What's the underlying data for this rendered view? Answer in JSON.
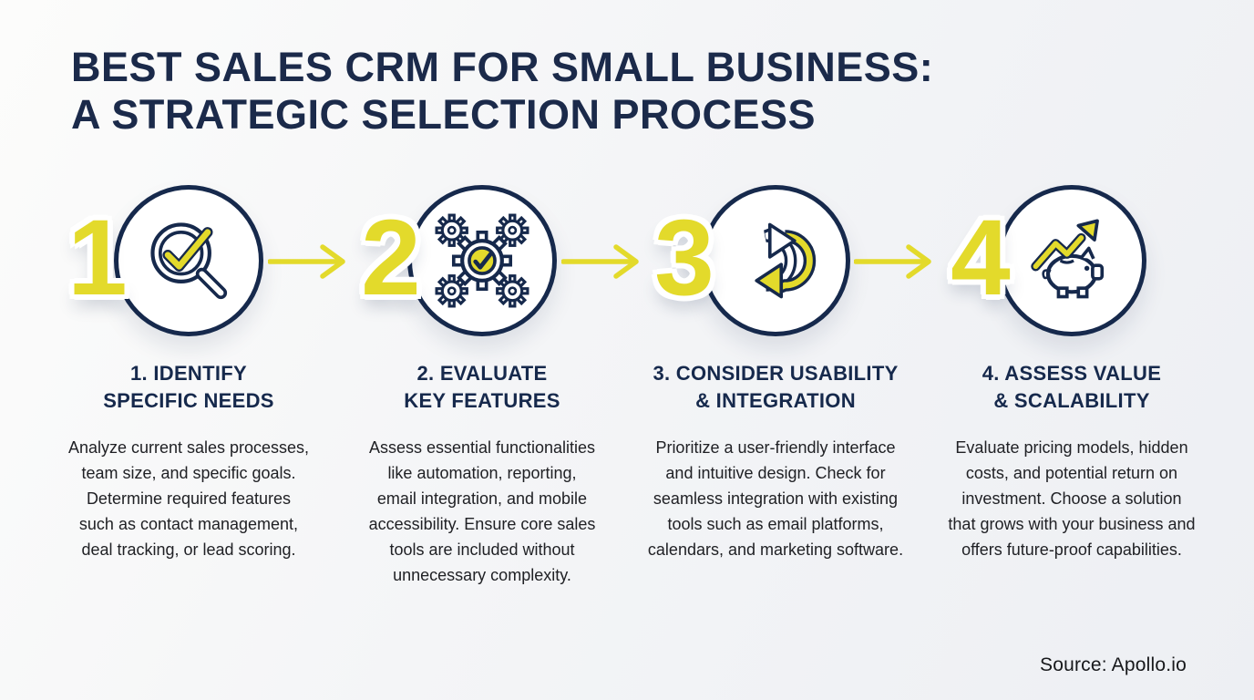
{
  "title": {
    "line1": "BEST SALES CRM FOR SMALL BUSINESS:",
    "line2": "A STRATEGIC SELECTION PROCESS"
  },
  "steps": [
    {
      "number": "1",
      "icon": "magnifier-check-icon",
      "heading": "1. IDENTIFY SPECIFIC NEEDS",
      "description": "Analyze current sales processes, team size, and specific goals. Determine required features such as contact management, deal tracking, or lead scoring."
    },
    {
      "number": "2",
      "icon": "gears-check-icon",
      "heading": "2. EVALUATE KEY FEATURES",
      "description": "Assess essential functionalities like automation, reporting, email integration, and mobile accessibility. Ensure core sales tools are included without unnecessary complexity."
    },
    {
      "number": "3",
      "icon": "sync-arrows-icon",
      "heading": "3. CONSIDER USABILITY & INTEGRATION",
      "description": "Prioritize a user-friendly interface and intuitive design. Check for seamless integration with existing tools such as email platforms, calendars, and marketing software."
    },
    {
      "number": "4",
      "icon": "piggy-bank-growth-icon",
      "heading": "4. ASSESS VALUE & SCALABILITY",
      "description": "Evaluate pricing models, hidden costs, and potential return on investment. Choose a solution that grows with your business and offers future-proof capabilities."
    }
  ],
  "source": "Source: Apollo.io",
  "colors": {
    "navy": "#16294c",
    "yellow": "#e3da2b",
    "background": "#f4f5f7",
    "body_text": "#202125"
  }
}
